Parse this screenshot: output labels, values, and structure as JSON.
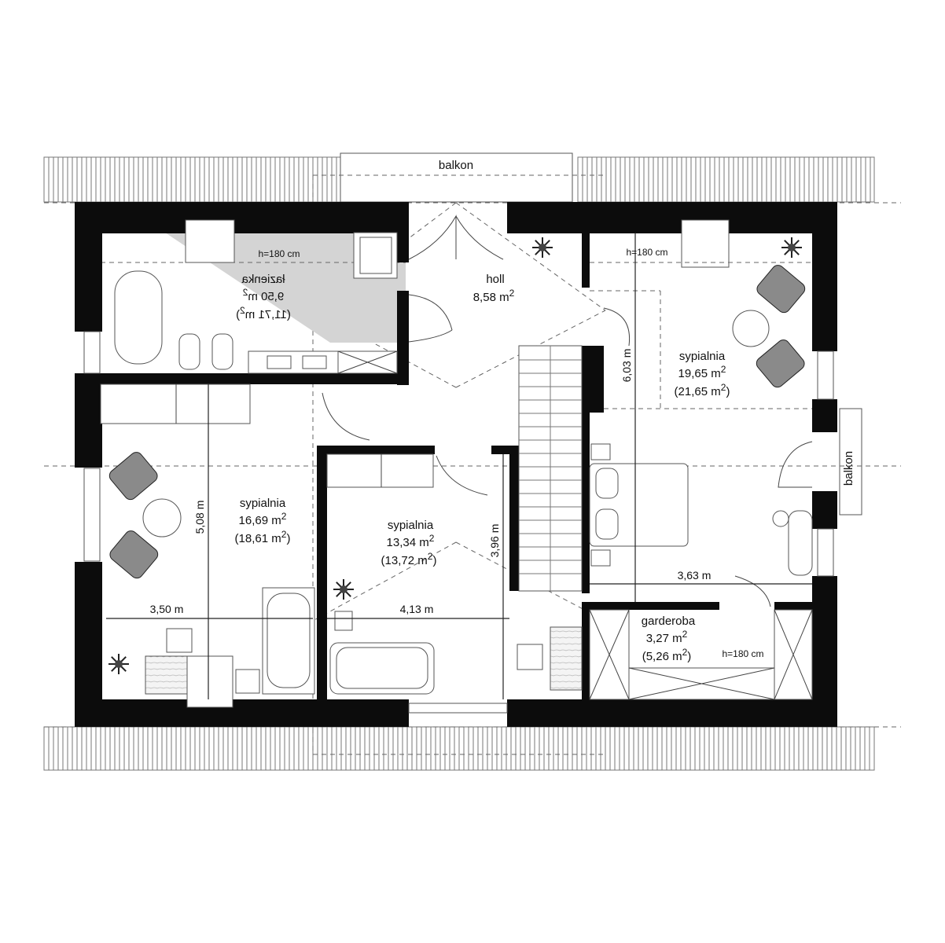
{
  "plan": {
    "balconies": {
      "top": "balkon",
      "right": "balkon"
    },
    "rooms": {
      "bathroom": {
        "name": "łazienka",
        "area": "9,50 m",
        "area_total": "(11,71 m",
        "headroom": "h=180 cm"
      },
      "hall": {
        "name": "holl",
        "area": "8,58 m"
      },
      "bedroom_left": {
        "name": "sypialnia",
        "area": "16,69 m",
        "area_total": "(18,61 m"
      },
      "bedroom_middle": {
        "name": "sypialnia",
        "area": "13,34 m",
        "area_total": "(13,72 m"
      },
      "bedroom_right": {
        "name": "sypialnia",
        "area": "19,65 m",
        "area_total": "(21,65 m",
        "headroom": "h=180 cm"
      },
      "wardrobe": {
        "name": "garderoba",
        "area": "3,27 m",
        "area_total": "(5,26 m",
        "headroom": "h=180 cm"
      }
    },
    "dimensions": {
      "left_width": "3,50 m",
      "left_height": "5,08 m",
      "middle_width": "4,13 m",
      "middle_height": "3,96 m",
      "right_width": "3,63 m",
      "right_height": "6,03 m"
    },
    "symbols": {
      "squared": "2",
      "close_paren": ")"
    }
  }
}
